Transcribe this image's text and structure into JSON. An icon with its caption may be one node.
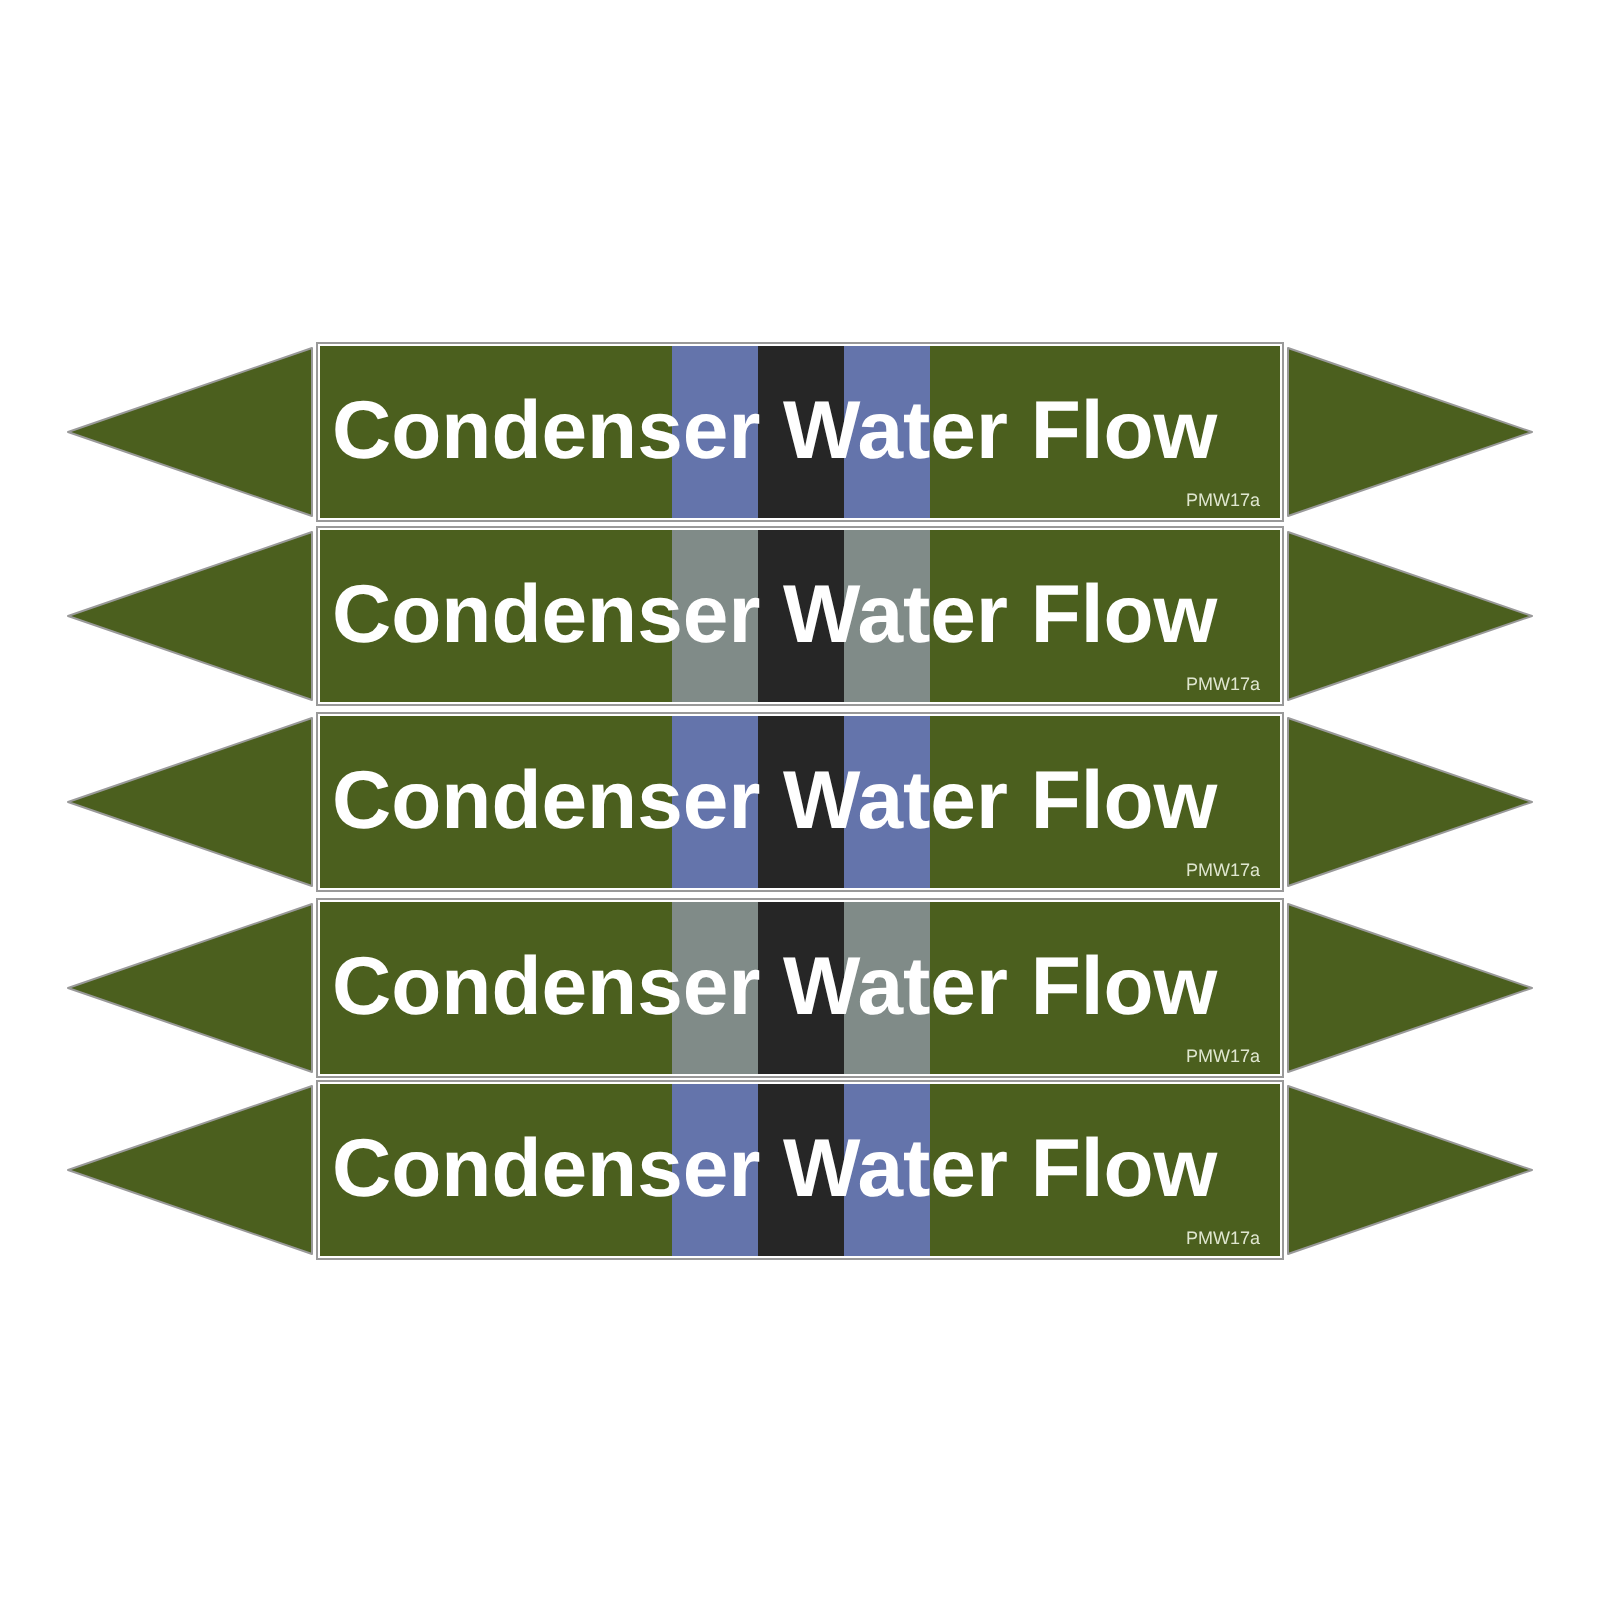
{
  "diagram": {
    "nodes": [
      {
        "text": [
          "Condenser Water Flow",
          "PMW17a"
        ]
      },
      {
        "text": [
          "Condenser Water Flow",
          "PMW17a"
        ]
      },
      {
        "text": [
          "Condenser Water Flow",
          "PMW17a"
        ]
      },
      {
        "text": [
          "Condenser Water Flow",
          "PMW17a"
        ]
      },
      {
        "text": [
          "Condenser Water Flow",
          "PMW17a"
        ]
      }
    ],
    "edges": []
  }
}
